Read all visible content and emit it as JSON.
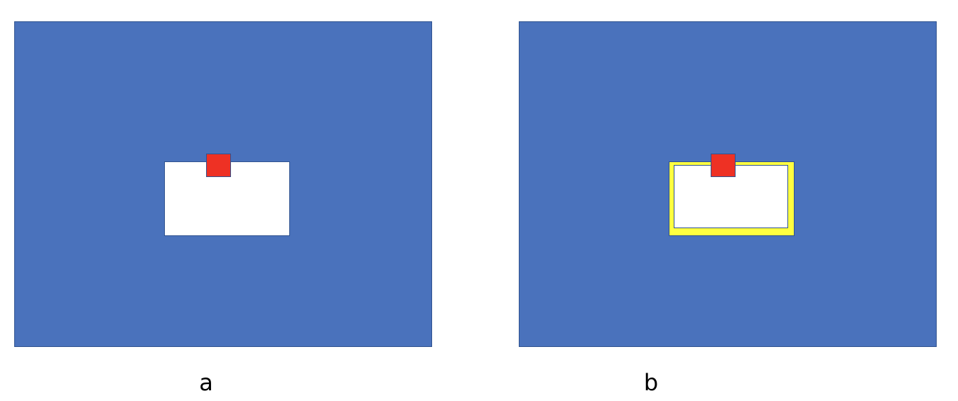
{
  "panels": [
    {
      "id": "a",
      "caption": "a",
      "background_color": "#4A72BC",
      "window_color": "#FFFFFF",
      "marker_color": "#EE3124",
      "highlighted": false
    },
    {
      "id": "b",
      "caption": "b",
      "background_color": "#4A72BC",
      "window_color": "#FFFFFF",
      "marker_color": "#EE3124",
      "highlight_color": "#FFFF40",
      "highlighted": true
    }
  ]
}
